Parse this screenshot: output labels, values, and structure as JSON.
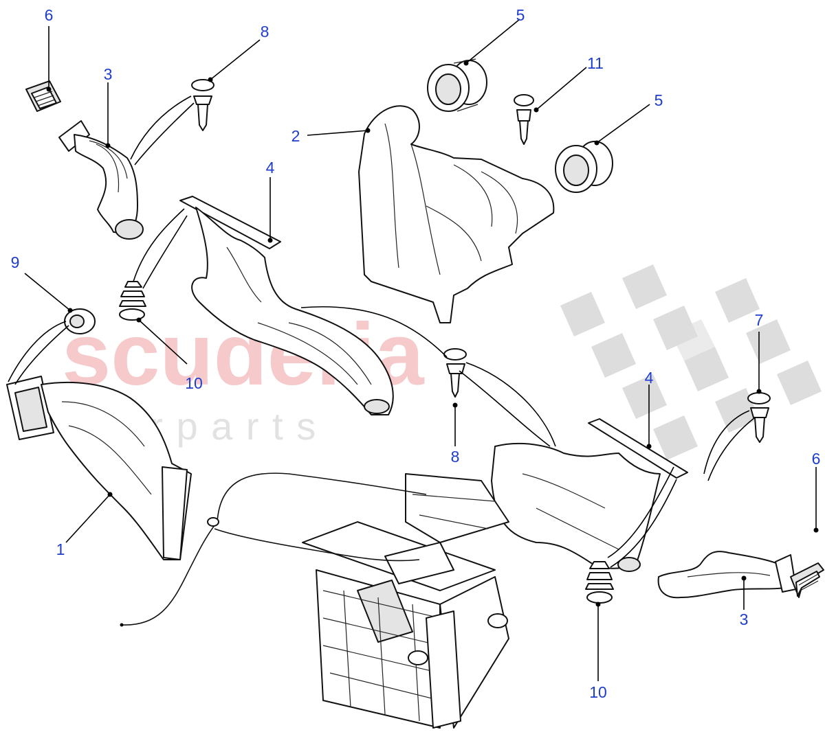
{
  "watermark": {
    "brand": "scuderia",
    "tagline": "c a r   p a r t s",
    "color": "#f6c9cb"
  },
  "callouts": [
    {
      "id": "c1",
      "label": "1"
    },
    {
      "id": "c2",
      "label": "2"
    },
    {
      "id": "c3a",
      "label": "3"
    },
    {
      "id": "c3b",
      "label": "3"
    },
    {
      "id": "c4a",
      "label": "4"
    },
    {
      "id": "c4b",
      "label": "4"
    },
    {
      "id": "c5a",
      "label": "5"
    },
    {
      "id": "c5b",
      "label": "5"
    },
    {
      "id": "c6a",
      "label": "6"
    },
    {
      "id": "c6b",
      "label": "6"
    },
    {
      "id": "c7",
      "label": "7"
    },
    {
      "id": "c8a",
      "label": "8"
    },
    {
      "id": "c8b",
      "label": "8"
    },
    {
      "id": "c9",
      "label": "9"
    },
    {
      "id": "c10a",
      "label": "10"
    },
    {
      "id": "c10b",
      "label": "10"
    },
    {
      "id": "c11",
      "label": "11"
    }
  ],
  "colors": {
    "callout_text": "#1e3ccd",
    "line_art": "#111111",
    "checker": "#dddddd"
  }
}
